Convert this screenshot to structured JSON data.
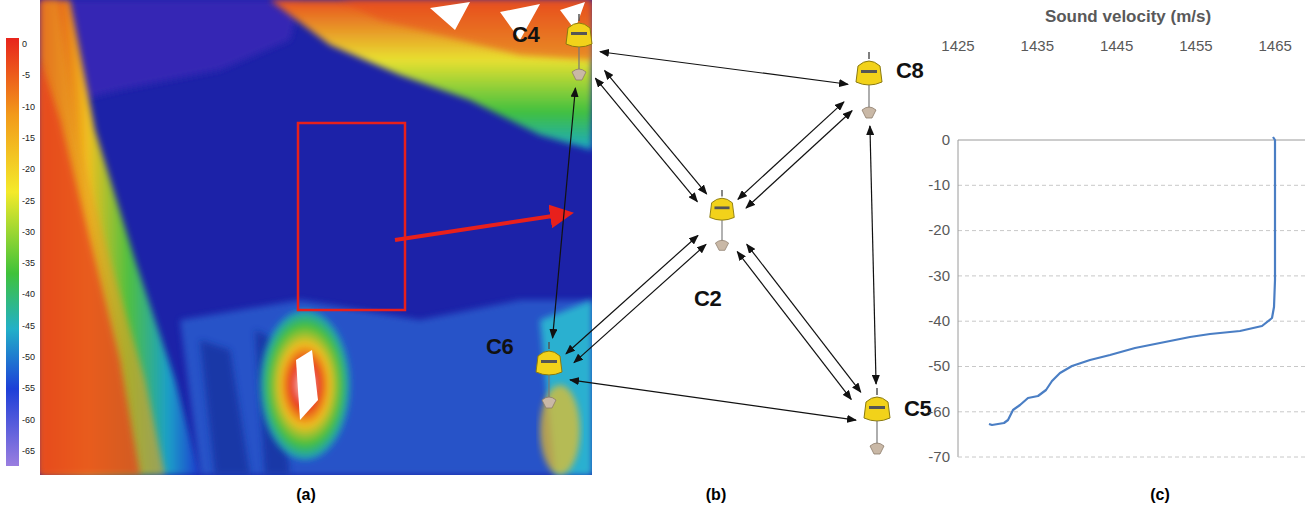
{
  "diagram": {
    "nodes": [
      {
        "text": [
          "C4"
        ]
      },
      {
        "text": [
          "C8"
        ]
      },
      {
        "text": [
          "C2"
        ]
      },
      {
        "text": [
          "C6"
        ]
      },
      {
        "text": [
          "C5"
        ]
      }
    ],
    "edges": [
      {
        "from": 0,
        "to": 1,
        "arrow": "both"
      },
      {
        "from": 0,
        "to": 2,
        "arrow": "both"
      },
      {
        "from": 0,
        "to": 2,
        "arrow": "both"
      },
      {
        "from": 0,
        "to": 3,
        "arrow": "both"
      },
      {
        "from": 1,
        "to": 2,
        "arrow": "both"
      },
      {
        "from": 1,
        "to": 2,
        "arrow": "both"
      },
      {
        "from": 1,
        "to": 4,
        "arrow": "both"
      },
      {
        "from": 2,
        "to": 3,
        "arrow": "both"
      },
      {
        "from": 2,
        "to": 3,
        "arrow": "both"
      },
      {
        "from": 2,
        "to": 4,
        "arrow": "both"
      },
      {
        "from": 2,
        "to": 4,
        "arrow": "both"
      },
      {
        "from": 3,
        "to": 4,
        "arrow": "both"
      }
    ],
    "labels": [
      "0",
      "-5",
      "-10",
      "-15",
      "-20",
      "-25",
      "-30",
      "-35",
      "-40",
      "-45",
      "-50",
      "-55",
      "-60",
      "-65",
      "Sound velocity  (m/s)",
      "1425",
      "1435",
      "1445",
      "1455",
      "1465",
      "0",
      "-10",
      "-20",
      "-30",
      "-40",
      "-50",
      "-60",
      "-70",
      "(a)",
      "(b)",
      "(c)"
    ]
  }
}
